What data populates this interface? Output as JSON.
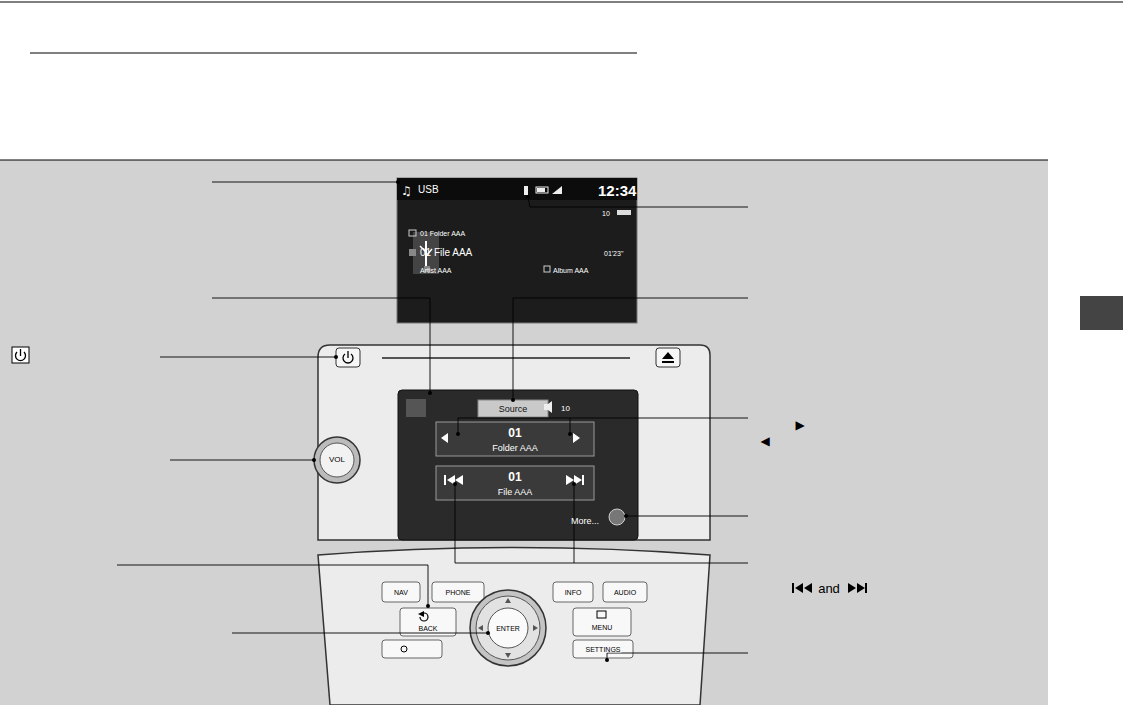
{
  "diagram": {
    "labels": [
      "▶",
      "◀",
      "and",
      "USB",
      "12:34",
      "10",
      "01 Folder AAA",
      "01 File AAA",
      "01'23\"",
      "Artist AAA",
      "Album AAA",
      "VOL",
      "Source",
      "10",
      "01",
      "Folder AAA",
      "01",
      "File AAA",
      "More...",
      "NAV",
      "PHONE",
      "INFO",
      "AUDIO",
      "BACK",
      "ENTER",
      "MENU",
      "SETTINGS"
    ]
  }
}
